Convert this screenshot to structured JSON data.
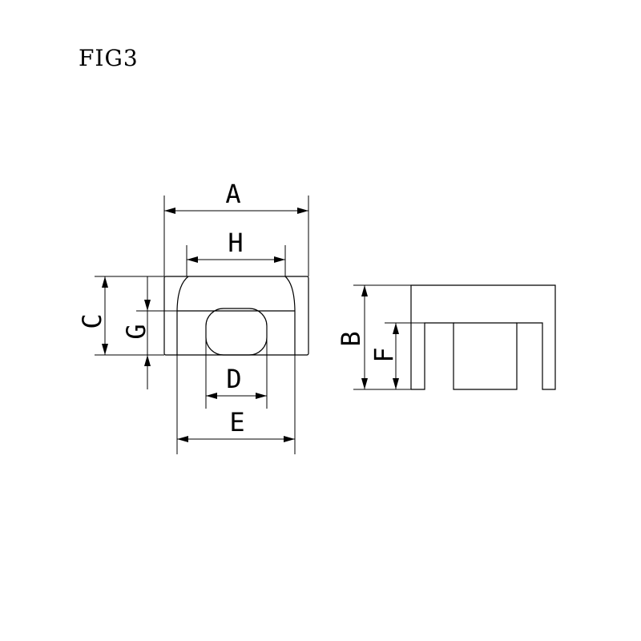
{
  "title": "FIG3",
  "labels": {
    "a": "A",
    "b": "B",
    "c": "C",
    "d": "D",
    "e": "E",
    "f": "F",
    "g": "G",
    "h": "H"
  }
}
